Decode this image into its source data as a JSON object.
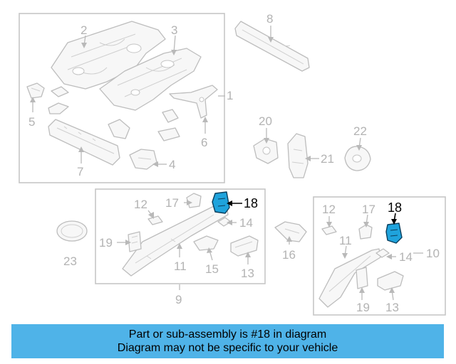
{
  "callouts": {
    "n1": "1",
    "n2": "2",
    "n3": "3",
    "n4": "4",
    "n5": "5",
    "n6": "6",
    "n7": "7",
    "n8": "8",
    "n9": "9",
    "n10": "10",
    "n11a": "11",
    "n11b": "11",
    "n12a": "12",
    "n12b": "12",
    "n13a": "13",
    "n13b": "13",
    "n14a": "14",
    "n14b": "14",
    "n15": "15",
    "n16": "16",
    "n17a": "17",
    "n17b": "17",
    "n18a": "18",
    "n18b": "18",
    "n19a": "19",
    "n19b": "19",
    "n20": "20",
    "n21": "21",
    "n22": "22",
    "n23": "23"
  },
  "banner": {
    "line1": "Part or sub-assembly is #18 in diagram",
    "line2": "Diagram may not be specific to your vehicle"
  },
  "colors": {
    "highlight_part": "#1fa3dc",
    "banner_background": "#4fb3e8"
  }
}
